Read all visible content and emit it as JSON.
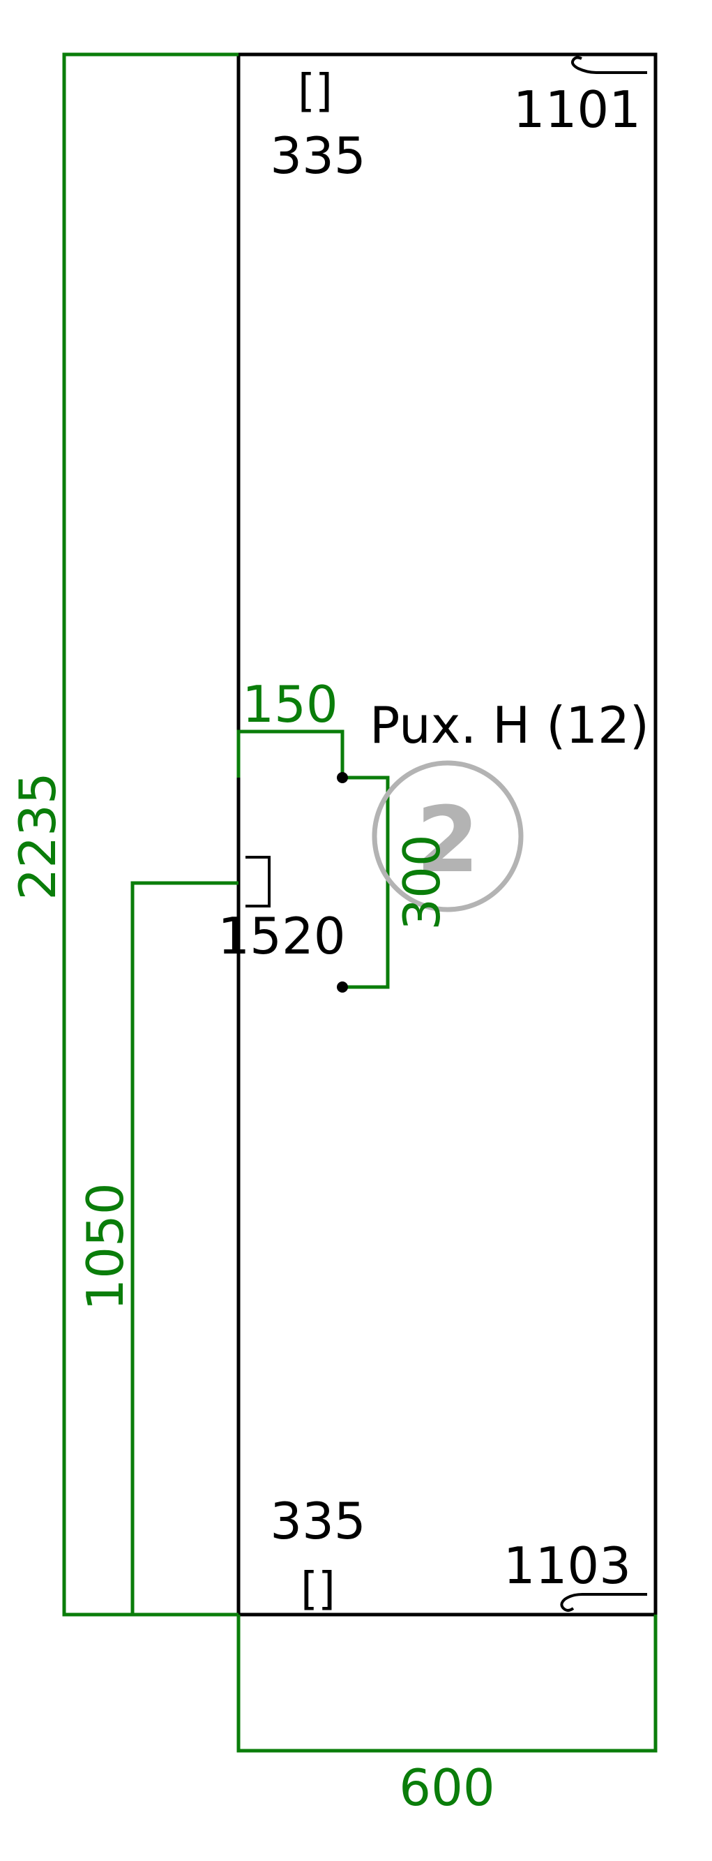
{
  "colors": {
    "dimension": "#0a7d0a",
    "outline": "#000000",
    "badge": "#b3b3b3",
    "background": "#ffffff"
  },
  "dimensions": {
    "total_height": "2235",
    "width": "600",
    "handle_height": "1050",
    "offset_x": "150",
    "spacing": "300"
  },
  "labels": {
    "top_marker": "[]",
    "top_value": "335",
    "top_right": "1101",
    "bottom_value": "335",
    "bottom_marker": "[]",
    "bottom_right": "1103",
    "handle_value": "1520",
    "title": "Pux. H (12)"
  },
  "badge": {
    "number": "2"
  }
}
